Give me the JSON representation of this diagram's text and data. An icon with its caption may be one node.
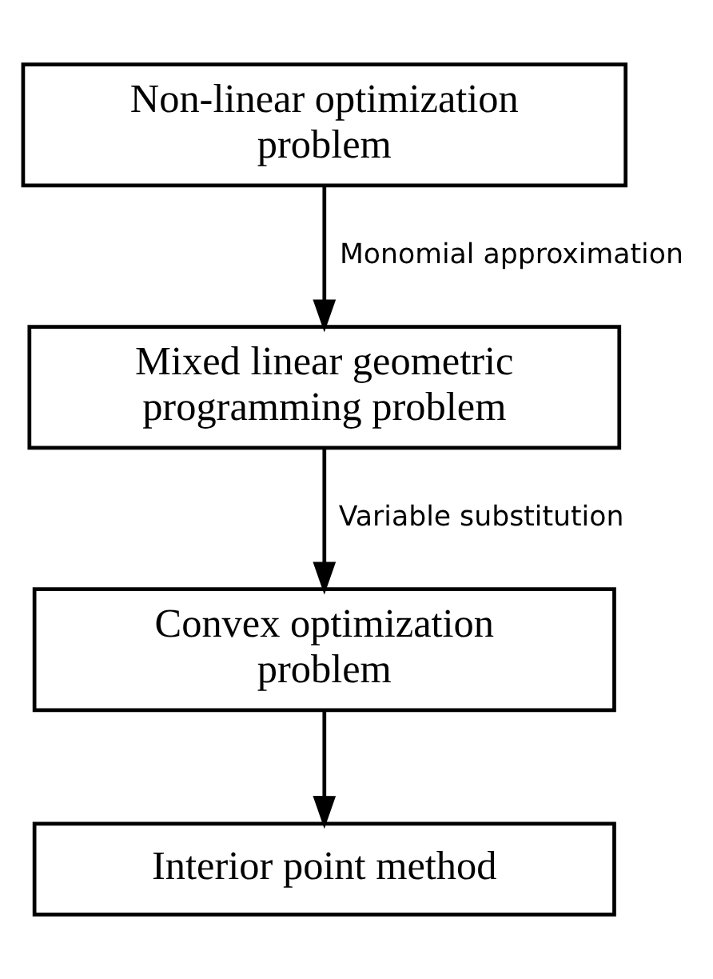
{
  "diagram": {
    "nodes": [
      {
        "text": [
          "Non-linear optimization problem"
        ]
      },
      {
        "text": [
          "Mixed linear geometric programming problem"
        ]
      },
      {
        "text": [
          "Convex optimization problem"
        ]
      },
      {
        "text": [
          "Interior point method"
        ]
      }
    ],
    "edges": [
      {
        "from": 0,
        "to": 1,
        "arrow": "to",
        "label": "Monomial approximation"
      },
      {
        "from": 1,
        "to": 2,
        "arrow": "to",
        "label": "Variable substitution"
      },
      {
        "from": 2,
        "to": 3,
        "arrow": "to"
      }
    ]
  }
}
